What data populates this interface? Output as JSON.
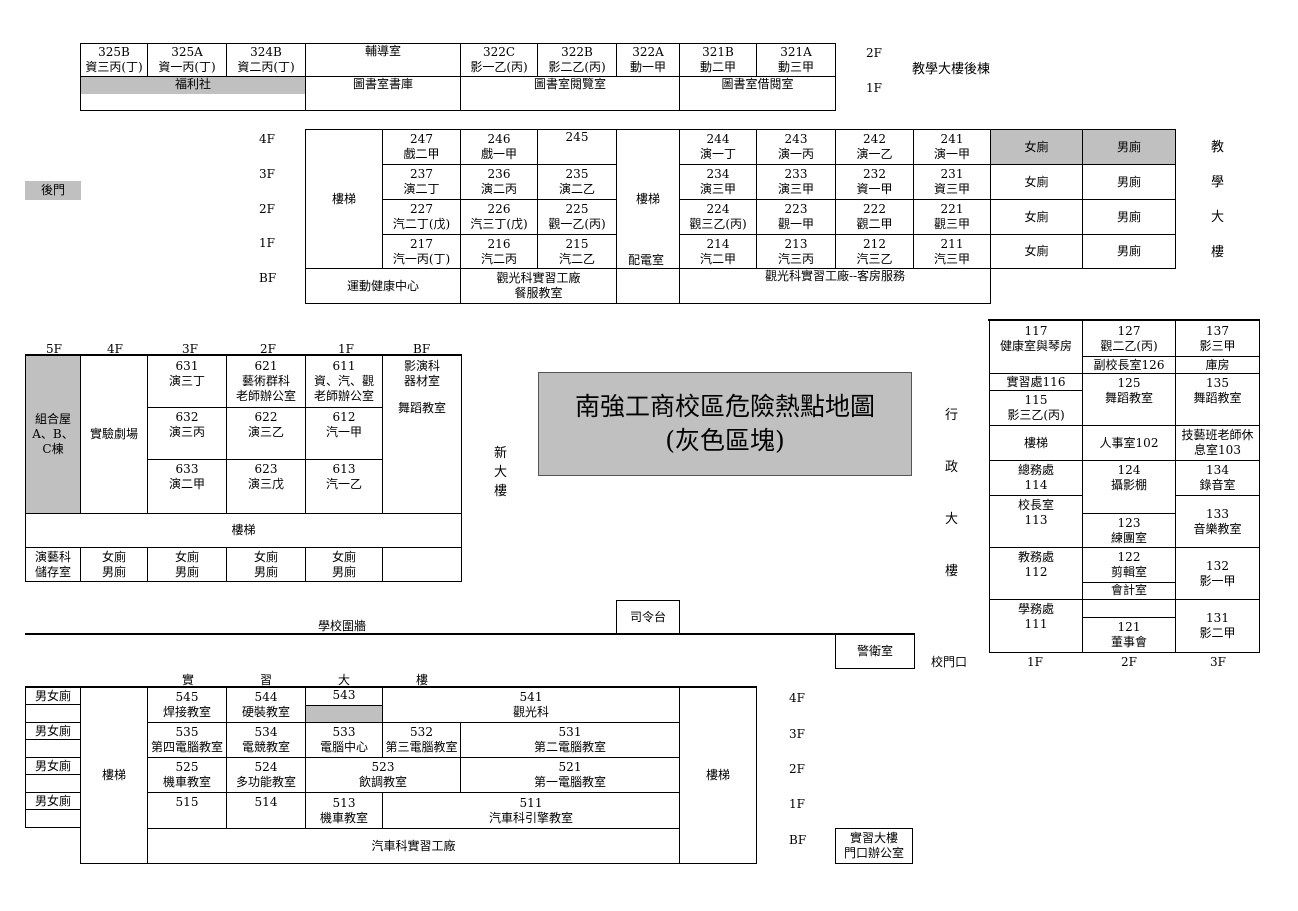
{
  "map_title_line1": "南強工商校區危險熱點地圖",
  "map_title_line2": "(灰色區塊)",
  "top_bldg": {
    "label": "教學大樓後棟",
    "floor_2f": "2F",
    "floor_1f": "1F",
    "rooms_2f": [
      {
        "n": "325B",
        "c": "資三丙(丁)"
      },
      {
        "n": "325A",
        "c": "資一丙(丁)"
      },
      {
        "n": "324B",
        "c": "資二丙(丁)"
      },
      {
        "n": "輔導室",
        "c": ""
      },
      {
        "n": "322C",
        "c": "影一乙(丙)"
      },
      {
        "n": "322B",
        "c": "影二乙(丙)"
      },
      {
        "n": "322A",
        "c": "動一甲"
      },
      {
        "n": "321B",
        "c": "動二甲"
      },
      {
        "n": "321A",
        "c": "動三甲"
      }
    ],
    "rooms_1f": [
      "福利社",
      "圖書室書庫",
      "圖書室閱覽室",
      "圖書室借閱室"
    ]
  },
  "teach_bldg": {
    "side_label": [
      "教",
      "學",
      "大",
      "樓"
    ],
    "floors": [
      "4F",
      "3F",
      "2F",
      "1F",
      "BF"
    ],
    "stairs": "樓梯",
    "power_room": "配電室",
    "left_rooms": [
      [
        {
          "n": "247",
          "c": "戲二甲"
        },
        {
          "n": "246",
          "c": "戲一甲"
        },
        {
          "n": "245",
          "c": ""
        }
      ],
      [
        {
          "n": "237",
          "c": "演二丁"
        },
        {
          "n": "236",
          "c": "演二丙"
        },
        {
          "n": "235",
          "c": "演二乙"
        }
      ],
      [
        {
          "n": "227",
          "c": "汽二丁(戊)"
        },
        {
          "n": "226",
          "c": "汽三丁(戊)"
        },
        {
          "n": "225",
          "c": "觀一乙(丙)"
        }
      ],
      [
        {
          "n": "217",
          "c": "汽一丙(丁)"
        },
        {
          "n": "216",
          "c": "汽二丙"
        },
        {
          "n": "215",
          "c": "汽二乙"
        }
      ]
    ],
    "right_rooms": [
      [
        {
          "n": "244",
          "c": "演一丁"
        },
        {
          "n": "243",
          "c": "演一丙"
        },
        {
          "n": "242",
          "c": "演一乙"
        },
        {
          "n": "241",
          "c": "演一甲"
        }
      ],
      [
        {
          "n": "234",
          "c": "演三甲"
        },
        {
          "n": "233",
          "c": "演三甲"
        },
        {
          "n": "232",
          "c": "資一甲"
        },
        {
          "n": "231",
          "c": "資三甲"
        }
      ],
      [
        {
          "n": "224",
          "c": "觀三乙(丙)"
        },
        {
          "n": "223",
          "c": "觀一甲"
        },
        {
          "n": "222",
          "c": "觀二甲"
        },
        {
          "n": "221",
          "c": "觀三甲"
        }
      ],
      [
        {
          "n": "214",
          "c": "汽二甲"
        },
        {
          "n": "213",
          "c": "汽三丙"
        },
        {
          "n": "212",
          "c": "汽三乙"
        },
        {
          "n": "211",
          "c": "汽三甲"
        }
      ]
    ],
    "women_wc": "女廁",
    "men_wc": "男廁",
    "bf_rooms": [
      "運動健康中心",
      "觀光科實習工廠",
      "餐服教室",
      "觀光科實習工廠--客房服務"
    ]
  },
  "back_gate": "後門",
  "new_bldg": {
    "side_label": [
      "新",
      "大",
      "樓"
    ],
    "floors": [
      "5F",
      "4F",
      "3F",
      "2F",
      "1F",
      "BF"
    ],
    "prefab": [
      "組合屋",
      "A、B、",
      "C棟"
    ],
    "theater": "實驗劇場",
    "rooms": [
      [
        {
          "n": "631",
          "c": "演三丁"
        },
        {
          "n": "621",
          "c": "藝術群科",
          "c2": "老師辦公室"
        },
        {
          "n": "611",
          "c": "資、汽、觀",
          "c2": "老師辦公室"
        }
      ],
      [
        {
          "n": "632",
          "c": "演三丙"
        },
        {
          "n": "622",
          "c": "演三乙"
        },
        {
          "n": "612",
          "c": "汽一甲"
        }
      ],
      [
        {
          "n": "633",
          "c": "演二甲"
        },
        {
          "n": "623",
          "c": "演三戊"
        },
        {
          "n": "613",
          "c": "汽一乙"
        }
      ]
    ],
    "bf_equip": [
      "影演科",
      "器材室"
    ],
    "dance": "舞蹈教室",
    "stairs": "樓梯",
    "storage": [
      "演藝科",
      "儲存室"
    ],
    "wc_women": "女廁",
    "wc_men": "男廁"
  },
  "school_wall": "學校圍牆",
  "command_stage": "司令台",
  "guard_room": "警衛室",
  "school_gate": "校門口",
  "admin_bldg": {
    "side_label": [
      "行",
      "政",
      "大",
      "樓"
    ],
    "floors": [
      "1F",
      "2F",
      "3F"
    ],
    "r117": [
      "117",
      "健康室與琴房"
    ],
    "r127": [
      "127",
      "觀二乙(丙)"
    ],
    "r137": [
      "137",
      "影三甲"
    ],
    "r126": "副校長室126",
    "store": "庫房",
    "r116": "實習處116",
    "r115": [
      "115",
      "影三乙(丙)"
    ],
    "r125": [
      "125",
      "舞蹈教室"
    ],
    "r135": [
      "135",
      "舞蹈教室"
    ],
    "stairs": "樓梯",
    "r102": "人事室102",
    "r103": [
      "技藝班老師休",
      "息室103"
    ],
    "r114": [
      "總務處",
      "114"
    ],
    "r124": [
      "124",
      "攝影棚"
    ],
    "r134": [
      "134",
      "錄音室"
    ],
    "r113": [
      "校長室",
      "113"
    ],
    "r123": [
      "123",
      "練團室"
    ],
    "r133": [
      "133",
      "音樂教室"
    ],
    "r112": [
      "教務處",
      "112"
    ],
    "r122": [
      "122",
      "剪輯室"
    ],
    "accounting": "會計室",
    "r132": [
      "132",
      "影一甲"
    ],
    "r111": [
      "學務處",
      "111"
    ],
    "r121": [
      "121",
      "董事會"
    ],
    "r131": [
      "131",
      "影二甲"
    ]
  },
  "practice_bldg": {
    "title": [
      "實",
      "習",
      "大",
      "樓"
    ],
    "floors": [
      "4F",
      "3F",
      "2F",
      "1F",
      "BF"
    ],
    "wc": "男女廁",
    "stairs": "樓梯",
    "row4": [
      {
        "n": "545",
        "c": "焊接教室"
      },
      {
        "n": "544",
        "c": "硬裝教室"
      },
      {
        "n": "543",
        "c": ""
      },
      {
        "n": "541",
        "c": "觀光科"
      }
    ],
    "row3": [
      {
        "n": "535",
        "c": "第四電腦教室"
      },
      {
        "n": "534",
        "c": "電競教室"
      },
      {
        "n": "533",
        "c": "電腦中心"
      },
      {
        "n": "532",
        "c": "第三電腦教室"
      },
      {
        "n": "531",
        "c": "第二電腦教室"
      }
    ],
    "row2": [
      {
        "n": "525",
        "c": "機車教室"
      },
      {
        "n": "524",
        "c": "多功能教室"
      },
      {
        "n": "523",
        "c": "飲調教室"
      },
      {
        "n": "521",
        "c": "第一電腦教室"
      }
    ],
    "row1": [
      {
        "n": "515",
        "c": ""
      },
      {
        "n": "514",
        "c": ""
      },
      {
        "n": "513",
        "c": "機車教室"
      },
      {
        "n": "511",
        "c": "汽車科引擎教室"
      }
    ],
    "bf": "汽車科實習工廠",
    "gate_office": [
      "實習大樓",
      "門口辦公室"
    ]
  }
}
